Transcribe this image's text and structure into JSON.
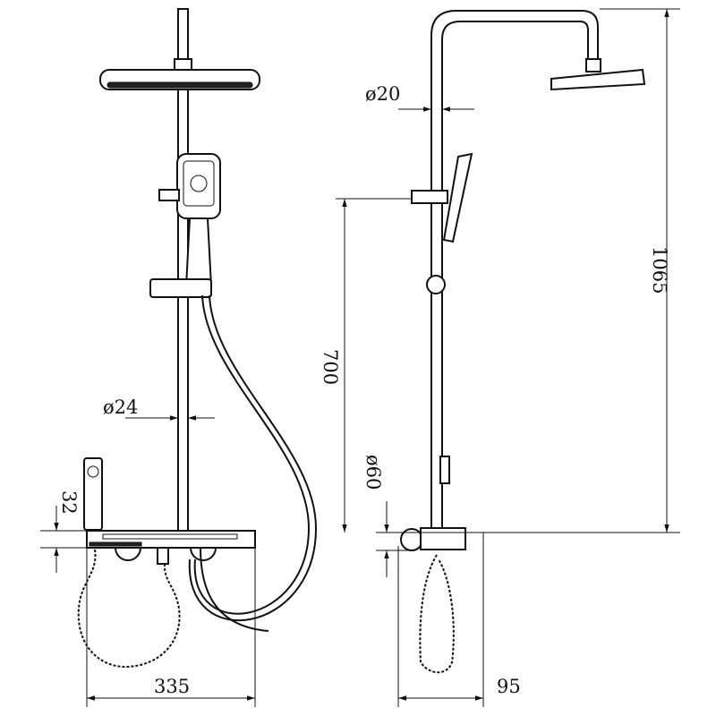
{
  "drawing": {
    "front_view": {
      "dimensions": {
        "pipe_diameter": "ø24",
        "outlet_height": "32",
        "width": "335"
      }
    },
    "side_view": {
      "dimensions": {
        "pipe_diameter": "ø20",
        "total_height": "1065",
        "slide_height": "700",
        "valve_diameter": "ø60",
        "depth": "95"
      }
    }
  }
}
